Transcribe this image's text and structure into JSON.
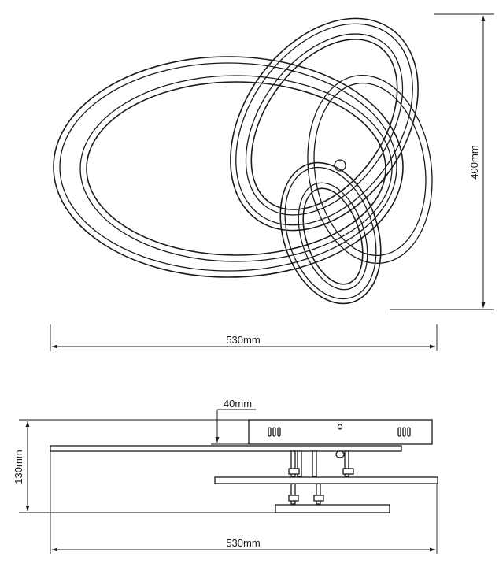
{
  "top_view": {
    "width_label": "530mm",
    "height_label": "400mm"
  },
  "side_view": {
    "ring_thickness_label": "40mm",
    "total_height_label": "130mm",
    "width_label": "530mm"
  },
  "colors": {
    "line": "#1a1a1a",
    "background": "#ffffff"
  }
}
